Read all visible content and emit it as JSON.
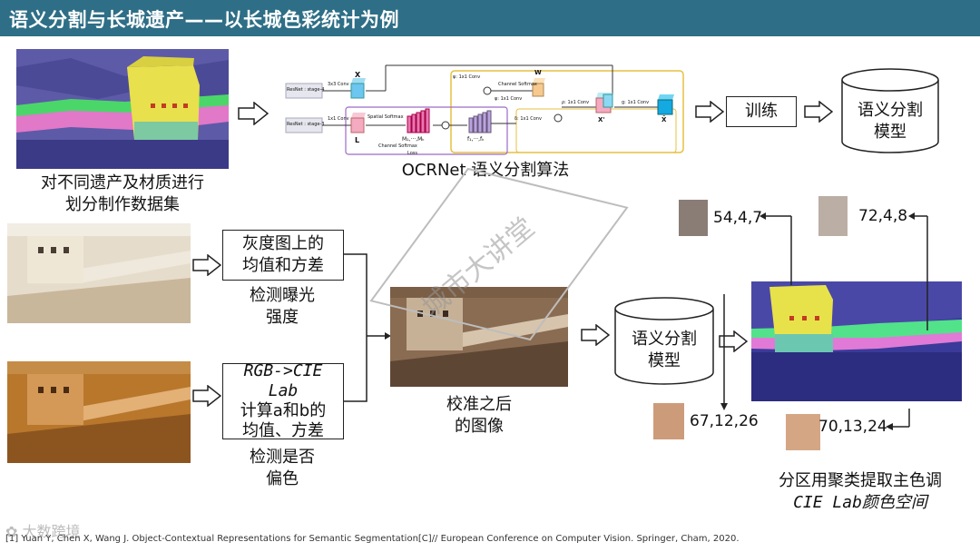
{
  "header": {
    "title": "语义分割与长城遗产——以长城色彩统计为例"
  },
  "top": {
    "caption_line1": "对不同遗产及材质进行",
    "caption_line2": "划分制作数据集",
    "ocrnet_caption": "OCRNet 语义分割算法",
    "train_label": "训练",
    "model_line1": "语义分割",
    "model_line2": "模型",
    "diagram": {
      "resnet4": "ResNet : stage-4",
      "resnet3": "ResNet : stage-3",
      "conv3x3": "3x3 Conv",
      "conv1x1": "1x1 Conv",
      "spatial_softmax": "Spatial Softmax",
      "channel_softmax": "Channel Softmax",
      "loss": "Loss",
      "X": "X",
      "L": "L",
      "W": "W",
      "Xp": "X'",
      "Xbar": "X̄",
      "M": "M₁,···,Mₖ",
      "f": "f₁,···,fₖ",
      "psi": "ψ: 1x1 Conv",
      "phi": "φ: 1x1 Conv",
      "delta": "δ: 1x1 Conv",
      "rho": "ρ: 1x1 Conv",
      "g": "g: 1x1 Conv"
    }
  },
  "middle": {
    "gray_box_line1": "灰度图上的",
    "gray_box_line2": "均值和方差",
    "exposure_line1": "检测曝光",
    "exposure_line2": "强度",
    "rgb_box_line1": "RGB->CIE",
    "rgb_box_line2": "Lab",
    "rgb_box_line3": "计算a和b的",
    "rgb_box_line4": "均值、方差",
    "cast_line1": "检测是否",
    "cast_line2": "偏色",
    "calibrated_line1": "校准之后",
    "calibrated_line2": "的图像",
    "model2_line1": "语义分割",
    "model2_line2": "模型",
    "cluster_line1": "分区用聚类提取主色调",
    "cluster_line2": "CIE Lab颜色空间"
  },
  "colors": [
    {
      "value": "54,4,7",
      "hex": "#8a7d76"
    },
    {
      "value": "72,4,8",
      "hex": "#bbaea4"
    },
    {
      "value": "67,12,26",
      "hex": "#cc9c7a"
    },
    {
      "value": "70,13,24",
      "hex": "#d4a684"
    }
  ],
  "watermark": {
    "text": "城市大讲堂",
    "logo": "大数跨境"
  },
  "footer": {
    "citation": "[1] Yuan Y, Chen X, Wang J. Object-Contextual Representations for Semantic Segmentation[C]// European Conference on Computer Vision. Springer, Cham, 2020."
  }
}
